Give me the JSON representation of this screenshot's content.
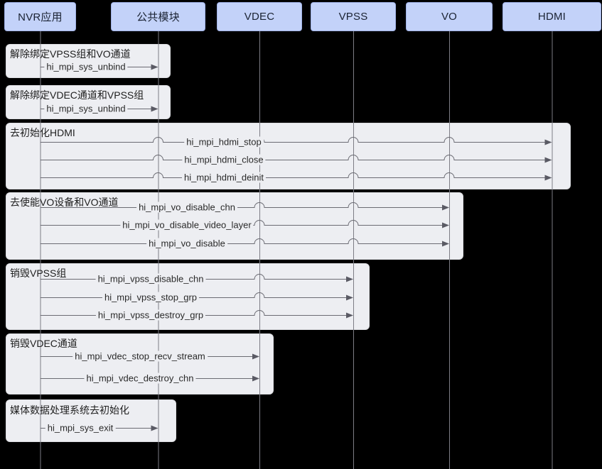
{
  "participants": [
    {
      "label": "NVR应用"
    },
    {
      "label": "公共模块"
    },
    {
      "label": "VDEC"
    },
    {
      "label": "VPSS"
    },
    {
      "label": "VO"
    },
    {
      "label": "HDMI"
    }
  ],
  "groups": [
    {
      "title": "解除绑定VPSS组和VO通道",
      "messages": [
        {
          "label": "hi_mpi_sys_unbind",
          "from": "NVR应用",
          "to": "公共模块"
        }
      ]
    },
    {
      "title": "解除绑定VDEC通道和VPSS组",
      "messages": [
        {
          "label": "hi_mpi_sys_unbind",
          "from": "NVR应用",
          "to": "公共模块"
        }
      ]
    },
    {
      "title": "去初始化HDMI",
      "messages": [
        {
          "label": "hi_mpi_hdmi_stop",
          "from": "NVR应用",
          "to": "HDMI"
        },
        {
          "label": "hi_mpi_hdmi_close",
          "from": "NVR应用",
          "to": "HDMI"
        },
        {
          "label": "hi_mpi_hdmi_deinit",
          "from": "NVR应用",
          "to": "HDMI"
        }
      ]
    },
    {
      "title": "去使能VO设备和VO通道",
      "messages": [
        {
          "label": "hi_mpi_vo_disable_chn",
          "from": "NVR应用",
          "to": "VO"
        },
        {
          "label": "hi_mpi_vo_disable_video_layer",
          "from": "NVR应用",
          "to": "VO"
        },
        {
          "label": "hi_mpi_vo_disable",
          "from": "NVR应用",
          "to": "VO"
        }
      ]
    },
    {
      "title": "销毁VPSS组",
      "messages": [
        {
          "label": "hi_mpi_vpss_disable_chn",
          "from": "NVR应用",
          "to": "VPSS"
        },
        {
          "label": "hi_mpi_vpss_stop_grp",
          "from": "NVR应用",
          "to": "VPSS"
        },
        {
          "label": "hi_mpi_vpss_destroy_grp",
          "from": "NVR应用",
          "to": "VPSS"
        }
      ]
    },
    {
      "title": "销毁VDEC通道",
      "messages": [
        {
          "label": "hi_mpi_vdec_stop_recv_stream",
          "from": "NVR应用",
          "to": "VDEC"
        },
        {
          "label": "hi_mpi_vdec_destroy_chn",
          "from": "NVR应用",
          "to": "VDEC"
        }
      ]
    },
    {
      "title": "媒体数据处理系统去初始化",
      "messages": [
        {
          "label": "hi_mpi_sys_exit",
          "from": "NVR应用",
          "to": "公共模块"
        }
      ]
    }
  ],
  "colors": {
    "background": "#000000",
    "participant_fill": "#c3d2f9",
    "participant_border": "#9fb1e6",
    "participant_text": "#1b2333",
    "group_fill": "#edeef2",
    "group_border": "#dcdde1",
    "group_text": "#1f1f1f",
    "lifeline": "#7d7d85",
    "arrow_line": "#6b6b73",
    "arrow_head": "#5a5a64",
    "message_text": "#2a2a2a"
  }
}
